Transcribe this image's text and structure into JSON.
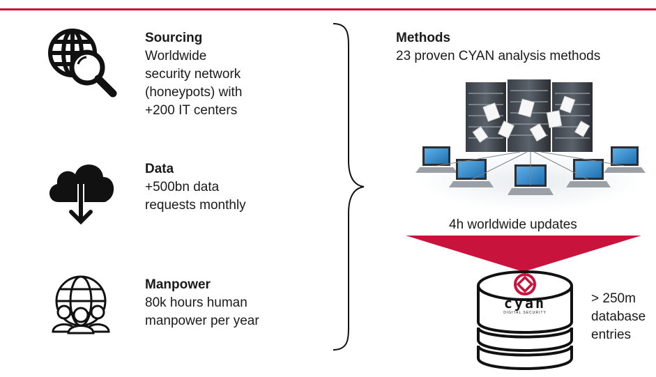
{
  "colors": {
    "accent": "#c8143c",
    "text": "#1a1a1a"
  },
  "sourcing": {
    "icon": "globe-search-icon",
    "title": "Sourcing",
    "lines": [
      "Worldwide",
      "security network",
      "(honeypots) with",
      "+200 IT centers"
    ]
  },
  "data_block": {
    "icon": "cloud-upload-download-icon",
    "title": "Data",
    "lines": [
      "+500bn data",
      "requests monthly"
    ]
  },
  "manpower": {
    "icon": "globe-people-icon",
    "title": "Manpower",
    "lines": [
      "80k hours human",
      "manpower per year"
    ]
  },
  "methods": {
    "title": "Methods",
    "subtitle": "23 proven CYAN analysis methods",
    "image": "servers-laptops-network-illustration"
  },
  "updates": {
    "label": "4h worldwide updates"
  },
  "database": {
    "logo_text": "cyan",
    "logo_subtext": "DIGITAL SECURITY",
    "lines": [
      "> 250m",
      "database",
      "entries"
    ]
  }
}
